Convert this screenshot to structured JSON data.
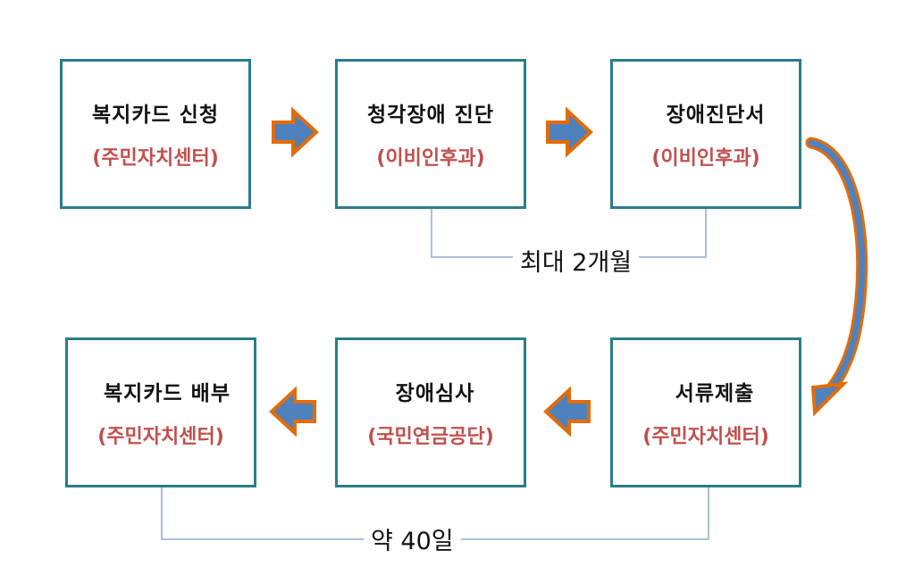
{
  "steps": [
    {
      "title": "복지카드 신청",
      "subtitle": "(주민자치센터)"
    },
    {
      "title": "청각장애 진단",
      "subtitle": "(이비인후과)"
    },
    {
      "title": "장애진단서",
      "subtitle": "(이비인후과)"
    },
    {
      "title": "서류제출",
      "subtitle": "(주민자치센터)"
    },
    {
      "title": "장애심사",
      "subtitle": "(국민연금공단)"
    },
    {
      "title": "복지카드 배부",
      "subtitle": "(주민자치센터)"
    }
  ],
  "durations": {
    "top": "최대 2개월",
    "bottom": "약 40일"
  },
  "colors": {
    "box_border": "#2a7d8a",
    "subtitle": "#c0504d",
    "arrow_fill": "#4f81bd",
    "arrow_outline": "#e36c09",
    "bracket": "#8eaad0"
  }
}
